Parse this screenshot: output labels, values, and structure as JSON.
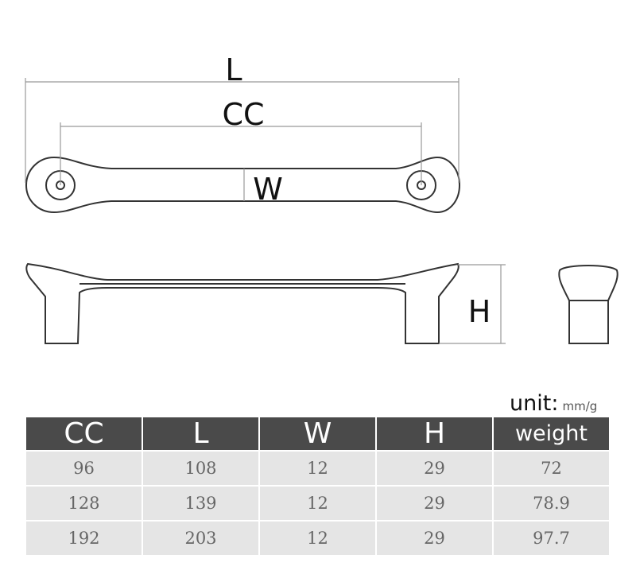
{
  "dimension_labels": {
    "length": "L",
    "center_to_center": "CC",
    "width": "W",
    "height": "H"
  },
  "unit": {
    "label": "unit:",
    "value": "mm/g"
  },
  "table": {
    "headers": [
      "CC",
      "L",
      "W",
      "H",
      "weight"
    ],
    "rows": [
      [
        "96",
        "108",
        "12",
        "29",
        "72"
      ],
      [
        "128",
        "139",
        "12",
        "29",
        "78.9"
      ],
      [
        "192",
        "203",
        "12",
        "29",
        "97.7"
      ]
    ]
  },
  "colors": {
    "line": "#333333",
    "header_bg": "#4a4a4a",
    "cell_bg": "#e5e5e5",
    "dim_line": "#999999"
  }
}
